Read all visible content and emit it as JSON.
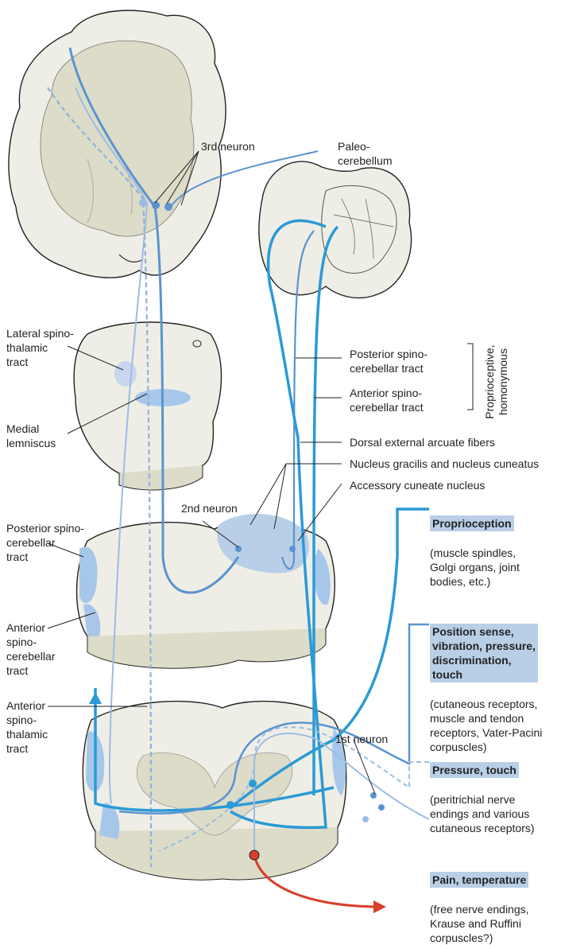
{
  "labels": {
    "third_neuron": "3rd neuron",
    "paleocerebellum": "Paleo-\ncerebellum",
    "lateral_spinothalamic": "Lateral spino-\nthalamic\ntract",
    "medial_lemniscus": "Medial\nlemniscus",
    "posterior_spinocerebellar_right": "Posterior spino-\ncerebellar tract",
    "anterior_spinocerebellar_right": "Anterior spino-\ncerebellar tract",
    "proprioceptive_homonymous": "Proprioceptive,\nhomonymous",
    "dorsal_external_arcuate": "Dorsal external arcuate fibers",
    "nucleus_gracilis_cuneatus": "Nucleus gracilis and nucleus cuneatus",
    "accessory_cuneate": "Accessory cuneate nucleus",
    "second_neuron": "2nd neuron",
    "posterior_spinocerebellar_left": "Posterior spino-\ncerebellar\ntract",
    "anterior_spinocerebellar_left": "Anterior\nspino-\ncerebellar\ntract",
    "anterior_spinothalamic": "Anterior\nspino-\nthalamic\ntract",
    "first_neuron": "1st neuron"
  },
  "sensory": [
    {
      "heading": "Proprioception",
      "detail": "(muscle spindles,\nGolgi organs, joint\nbodies, etc.)"
    },
    {
      "heading": "Position sense,\nvibration, pressure,\ndiscrimination,\ntouch",
      "detail": "(cutaneous receptors,\nmuscle and tendon\nreceptors, Vater-Pacini\ncorpuscles)"
    },
    {
      "heading": "Pressure, touch",
      "detail": "(peritrichial nerve\nendings and various\ncutaneous receptors)"
    },
    {
      "heading": "Pain, temperature",
      "detail": "(free nerve endings,\nKrause and Ruffini\ncorpuscles?)"
    }
  ],
  "colors": {
    "tissue": "#efeee6",
    "gray_matter": "#dcdcc8",
    "outline": "#222222",
    "tract_blue": "#a7c7ea",
    "dark_blue": "#2a9ad6",
    "mid_blue": "#5b93cf",
    "light_blue": "#9cbce4",
    "red": "#d8402a",
    "label_bg": "#b9cfe8"
  }
}
